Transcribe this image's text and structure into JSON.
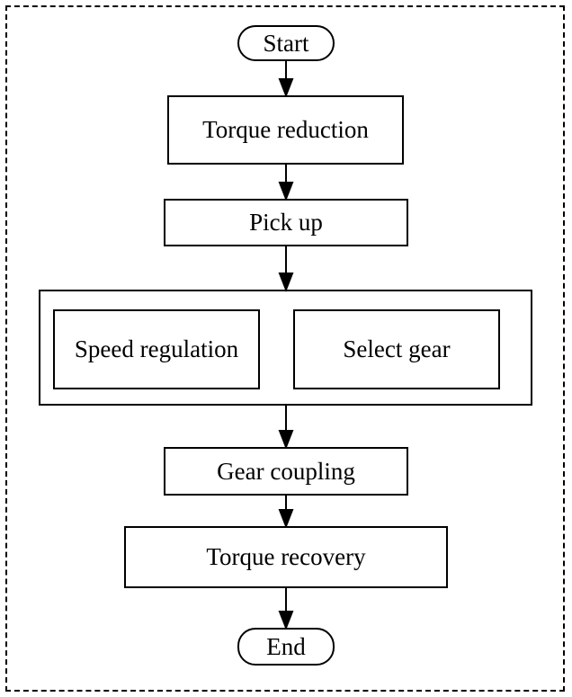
{
  "flowchart": {
    "start": "Start",
    "torque_reduction": "Torque reduction",
    "pick_up": "Pick up",
    "speed_regulation": "Speed regulation",
    "select_gear": "Select gear",
    "gear_coupling": "Gear coupling",
    "torque_recovery": "Torque recovery",
    "end": "End"
  }
}
